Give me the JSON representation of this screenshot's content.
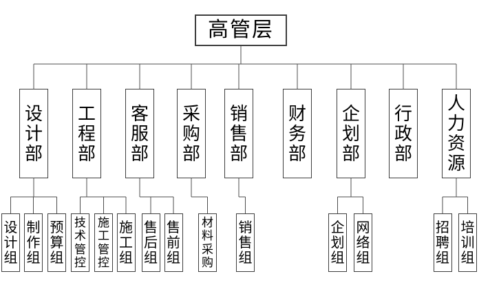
{
  "org_chart": {
    "root": {
      "label": "高管层"
    },
    "departments": [
      {
        "label": "设计部",
        "children": [
          "设计组",
          "制作组",
          "预算组"
        ]
      },
      {
        "label": "工程部",
        "children": [
          "技术管控",
          "施工管控",
          "施工组"
        ]
      },
      {
        "label": "客服部",
        "children": [
          "售后组",
          "售前组"
        ]
      },
      {
        "label": "采购部",
        "children": [
          "材料采购"
        ]
      },
      {
        "label": "销售部",
        "children": [
          "销售组"
        ]
      },
      {
        "label": "财务部",
        "children": []
      },
      {
        "label": "企划部",
        "children": [
          "企划组",
          "网络组"
        ]
      },
      {
        "label": "行政部",
        "children": []
      },
      {
        "label": "人力资源",
        "children": [
          "招聘组",
          "培训组"
        ]
      }
    ],
    "colors": {
      "line": "#4d4d4d",
      "box_border": "#3d3d3d",
      "text": "#000000",
      "background": "#ffffff"
    }
  }
}
